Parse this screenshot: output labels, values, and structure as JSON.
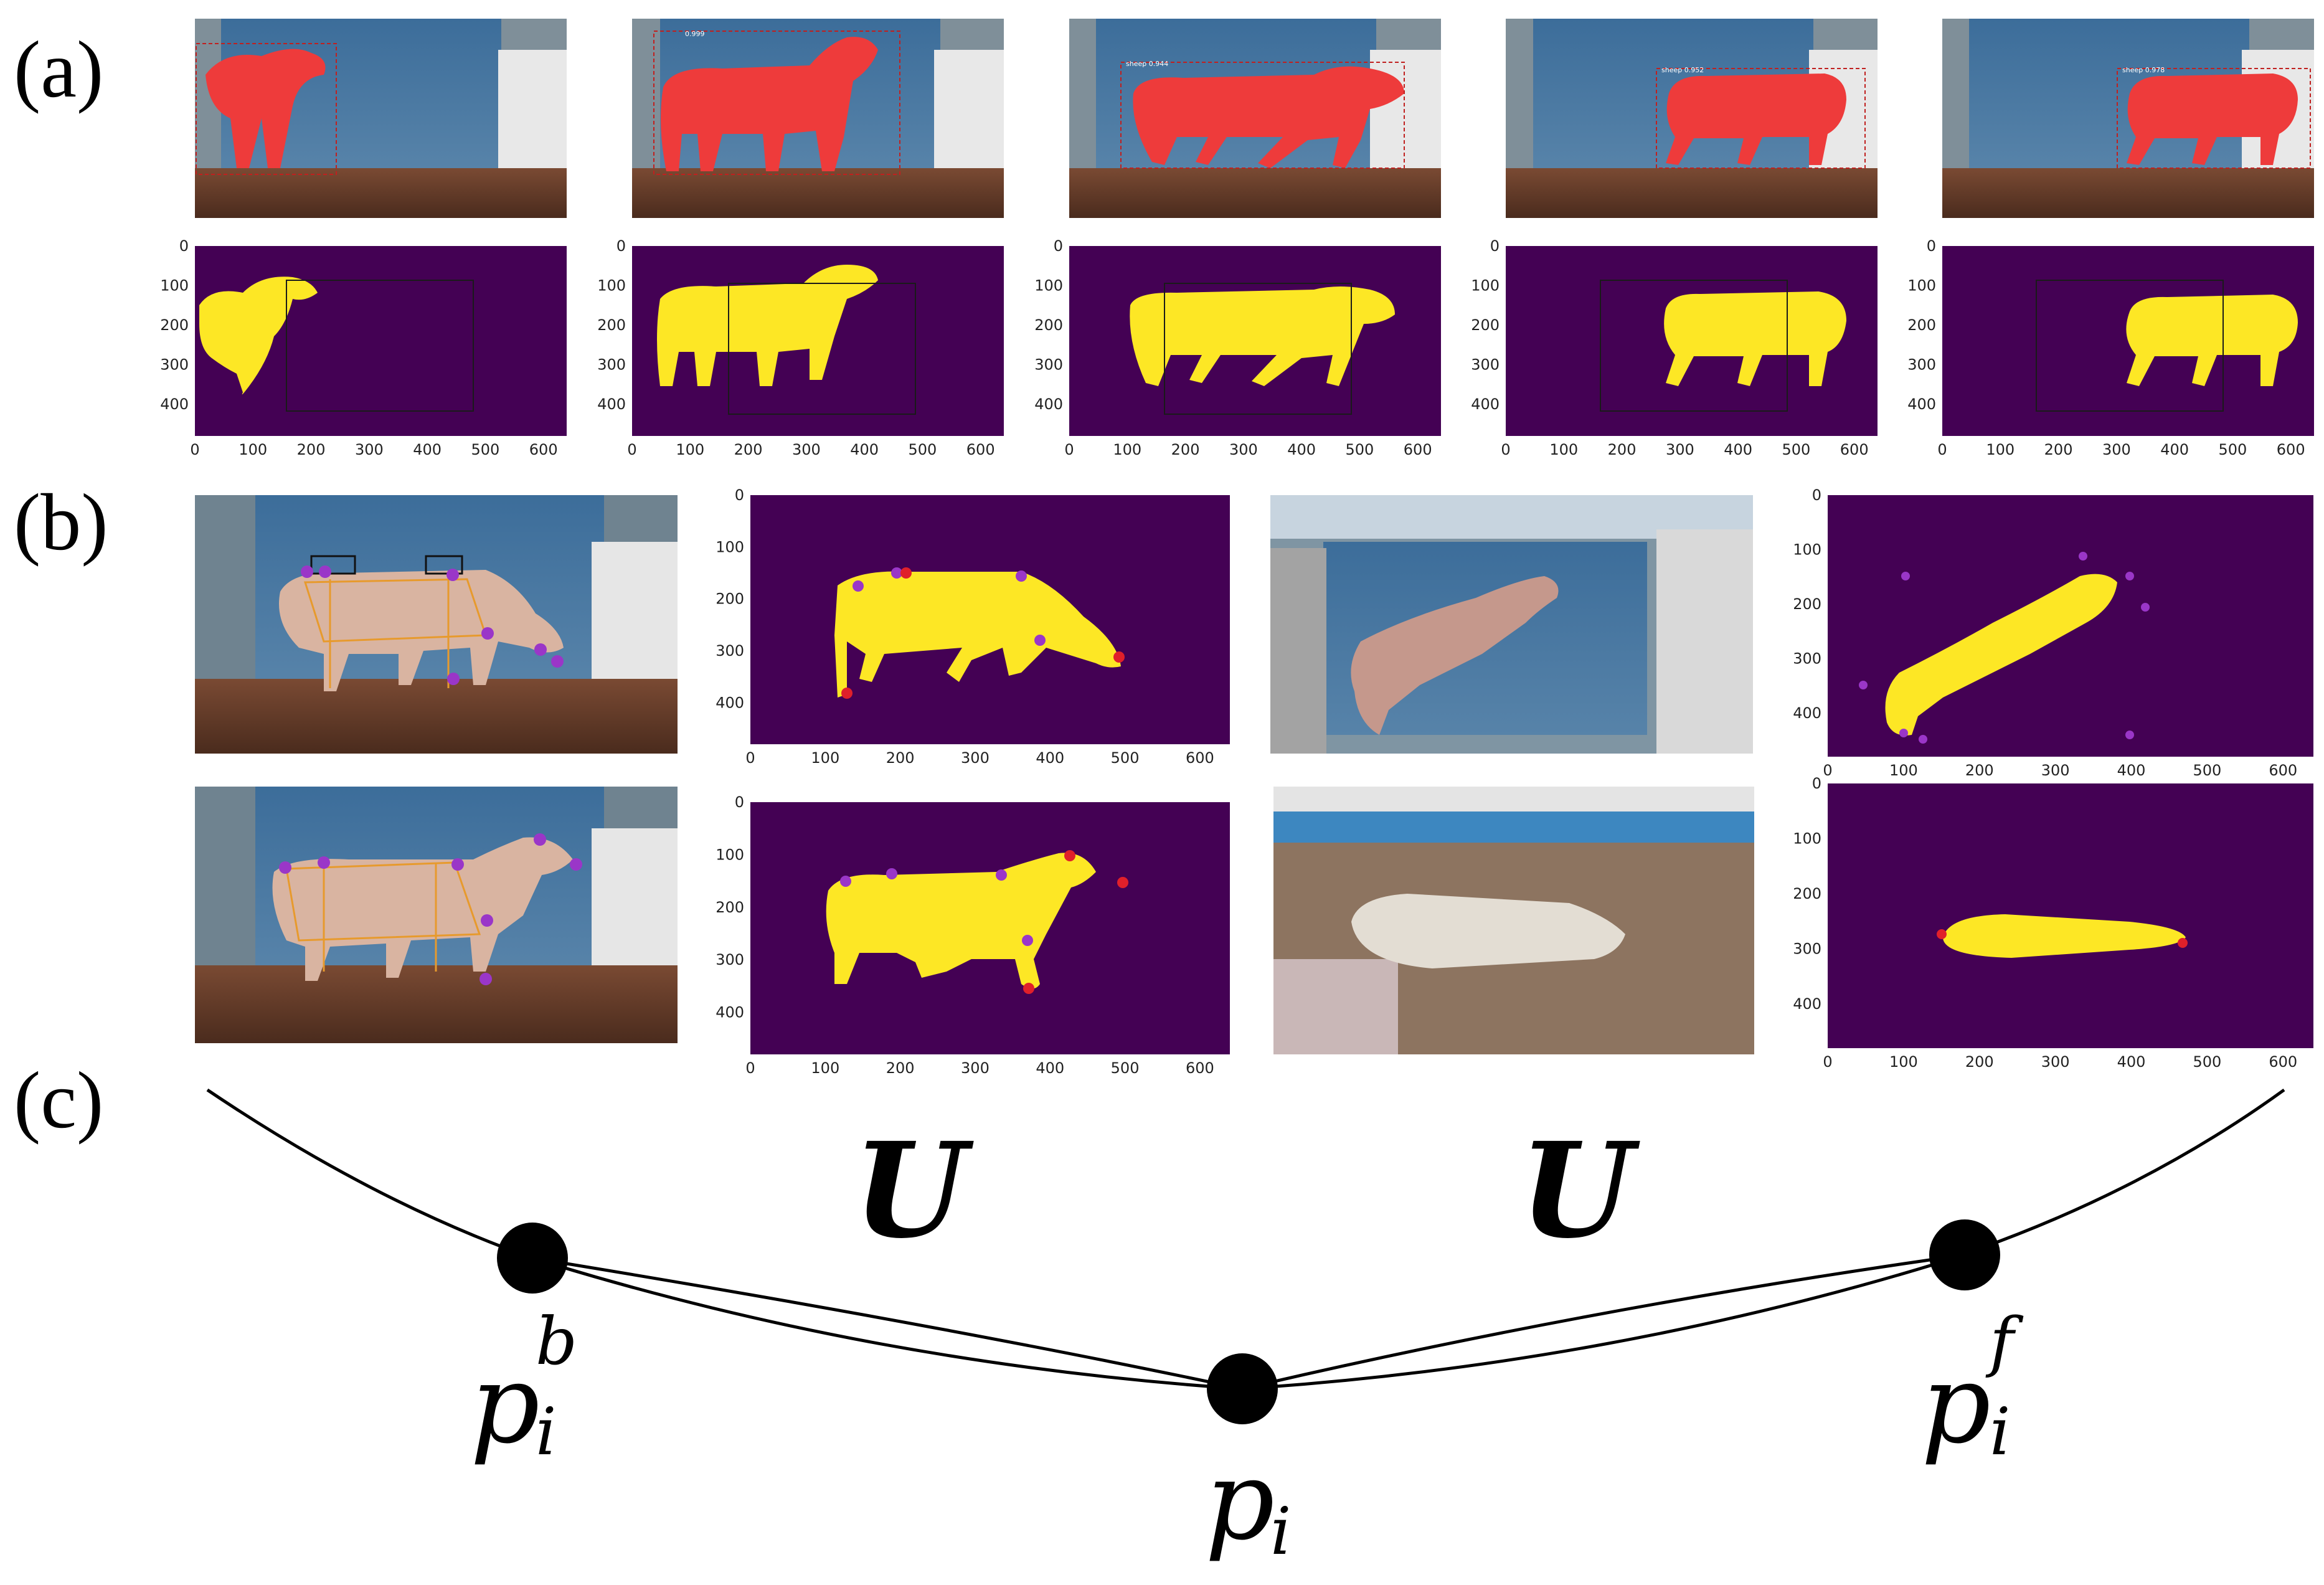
{
  "panel_labels": [
    "(a)",
    "(b)",
    "(c)"
  ],
  "colors": {
    "mask_bg": "#440154",
    "mask_fg": "#fde725",
    "seg_red": "#ee3b3b",
    "keypoint_purple": "#9a36c8",
    "keypoint_red": "#e0202a",
    "box_orange": "#e79a2d",
    "sky_blue": "#3f76a6"
  },
  "panel_a": {
    "detections": [
      "0.999",
      "sheep 0.944",
      "sheep 0.952",
      "sheep 0.978"
    ],
    "x_ticks": [
      "0",
      "100",
      "200",
      "300",
      "400",
      "500",
      "600"
    ],
    "y_ticks": [
      "0",
      "100",
      "200",
      "300",
      "400"
    ]
  },
  "panel_b": {
    "x_ticks": [
      "0",
      "100",
      "200",
      "300",
      "400",
      "500",
      "600"
    ],
    "y_ticks": [
      "0",
      "100",
      "200",
      "300",
      "400"
    ]
  },
  "panel_c": {
    "operator_left": "U",
    "operator_right": "U",
    "node_back": {
      "base": "p",
      "sub": "i",
      "sup": "b"
    },
    "node_center": {
      "base": "p",
      "sub": "i"
    },
    "node_front": {
      "base": "p",
      "sub": "i",
      "sup": "f"
    }
  }
}
